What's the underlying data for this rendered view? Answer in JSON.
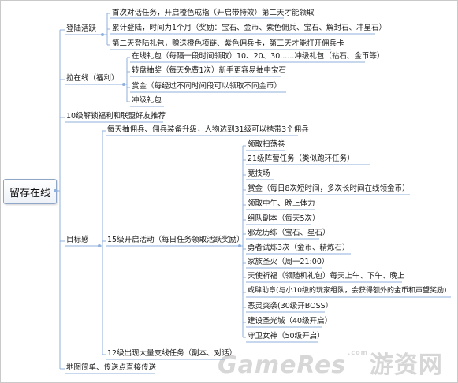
{
  "root": "留存在线",
  "branches": {
    "login": {
      "label": "登陆活跃",
      "items": [
        "首次对话任务，开启橙色戒指（开启带特效）第二天才能领取",
        "累计登陆，时间为1个月（奖励：宝石、金币、紫色佣兵、宝石、解封石、冲星石）",
        "第二天登陆礼包，赠送橙色项链、紫色佣兵卡，第三天才能打开佣兵卡"
      ]
    },
    "pull": {
      "label": "拉在线（福利）",
      "items": [
        "在线礼包（每隔一段时间领取）10、20、30......冲级礼包（钻石、金币等）",
        "转盘抽奖（每天免费1次）新手更容易抽中宝石",
        "赏金（每经过不同时间段可以领取不同金币）",
        "冲级礼包"
      ]
    },
    "unlock": {
      "label": "10级解锁福利和联盟好友推荐"
    },
    "goal": {
      "label": "目标感",
      "items": [
        "每天抽佣兵、佣兵装备升级，人物达到31级可以携带3个佣兵",
        "15级开启活动（每日任务领取活跃奖励）",
        "12级出现大量支线任务（副本、对话）"
      ],
      "activities": [
        "领取扫荡卷",
        "21级阵营任务（类似跑环任务）",
        "竞技场",
        "赏金（每日8次短时间，多次长时间在线领金币）",
        "领取中午、晚上体力",
        "组队副本（每天5次）",
        "邪龙历练（宝石、星石）",
        "勇者试炼3次（金币、精炼石）",
        "家族圣火（周一21:00）",
        "天使祈福（领随机礼包）每天上午、下午、晚上",
        "咸肆助章(与小10级的玩家组队，会获得额外的金币和声望奖励)",
        "恶灵突袭(30级开BOSS）",
        "建设圣光城（40级开启）",
        "守卫女神（50级开启）"
      ]
    },
    "map": {
      "label": "地图简单、传送点直接传送"
    }
  },
  "watermark": {
    "main": "GameRes",
    "sub": "游资网",
    "small": ".com"
  },
  "colors": {
    "line": "#8fb0de",
    "root_border": "#8fa6c6",
    "handle": "#8fb0de"
  }
}
